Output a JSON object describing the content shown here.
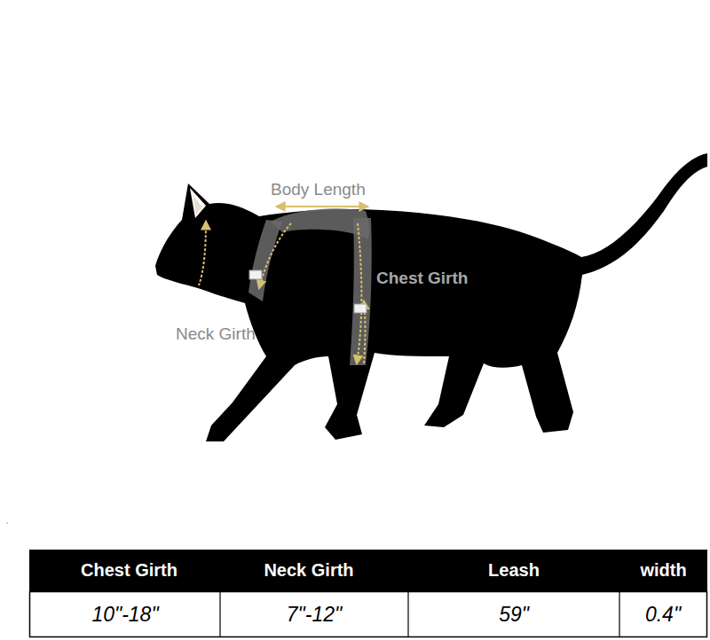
{
  "diagram": {
    "labels": [
      "Body Length",
      "Chest Girth",
      "Neck Girth",
      "Chest Girth",
      "Neck Girth",
      "Leash",
      "width",
      "10\"-18\"",
      "7\"-12\"",
      "59\"",
      "0.4\""
    ]
  }
}
